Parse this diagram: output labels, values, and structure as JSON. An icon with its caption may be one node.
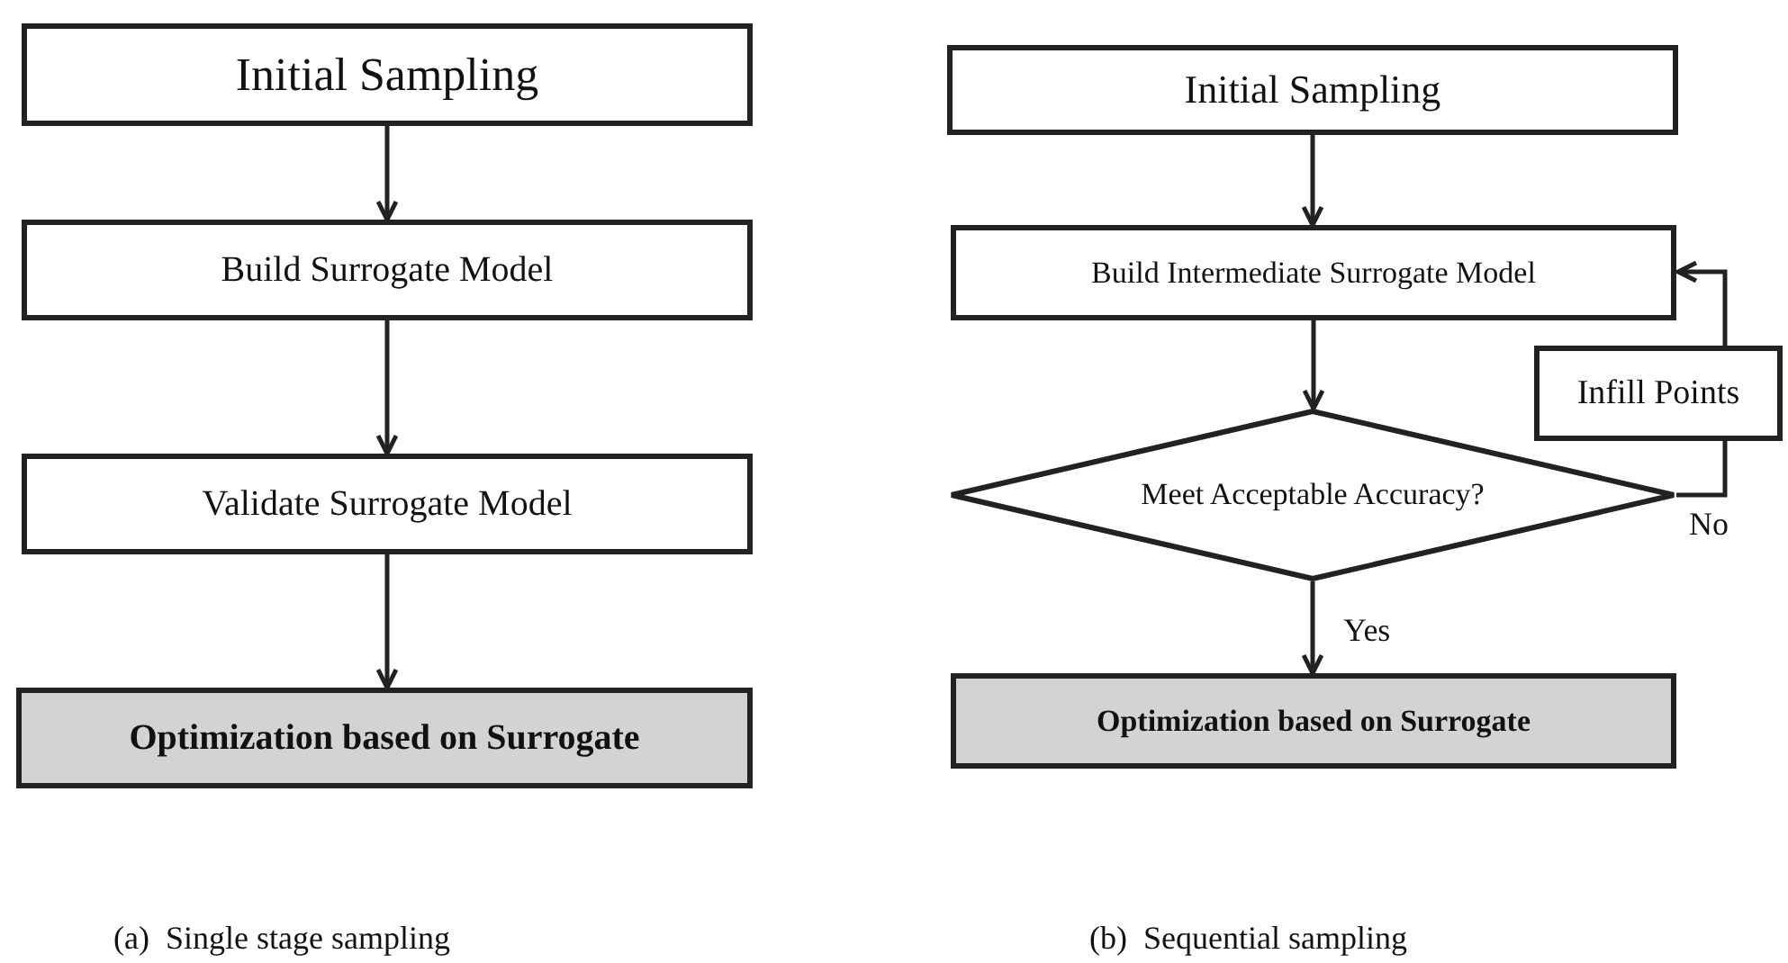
{
  "diagram": {
    "nodes": [
      {
        "text": [
          "Initial Sampling"
        ]
      },
      {
        "text": [
          "Build Surrogate Model"
        ]
      },
      {
        "text": [
          "Validate Surrogate Model"
        ]
      },
      {
        "text": [
          "Optimization based on Surrogate"
        ]
      },
      {
        "text": [
          "Initial Sampling"
        ]
      },
      {
        "text": [
          "Build Intermediate Surrogate Model"
        ]
      },
      {
        "text": [
          "Meet Acceptable Accuracy?"
        ]
      },
      {
        "text": [
          "Infill Points"
        ]
      },
      {
        "text": [
          "Optimization based on Surrogate"
        ]
      }
    ],
    "edges": [
      {
        "from": 0,
        "to": 1,
        "arrow": "to"
      },
      {
        "from": 1,
        "to": 2,
        "arrow": "to"
      },
      {
        "from": 2,
        "to": 3,
        "arrow": "to"
      },
      {
        "from": 4,
        "to": 5,
        "arrow": "to"
      },
      {
        "from": 5,
        "to": 6,
        "arrow": "to"
      },
      {
        "from": 6,
        "to": 8,
        "arrow": "to",
        "label": "Yes"
      },
      {
        "from": 6,
        "to": 7,
        "arrow": "none",
        "label": "No"
      },
      {
        "from": 7,
        "to": 5,
        "arrow": "to"
      }
    ],
    "labels": [
      "(a)  Single stage sampling",
      "(b)  Sequential sampling"
    ]
  }
}
